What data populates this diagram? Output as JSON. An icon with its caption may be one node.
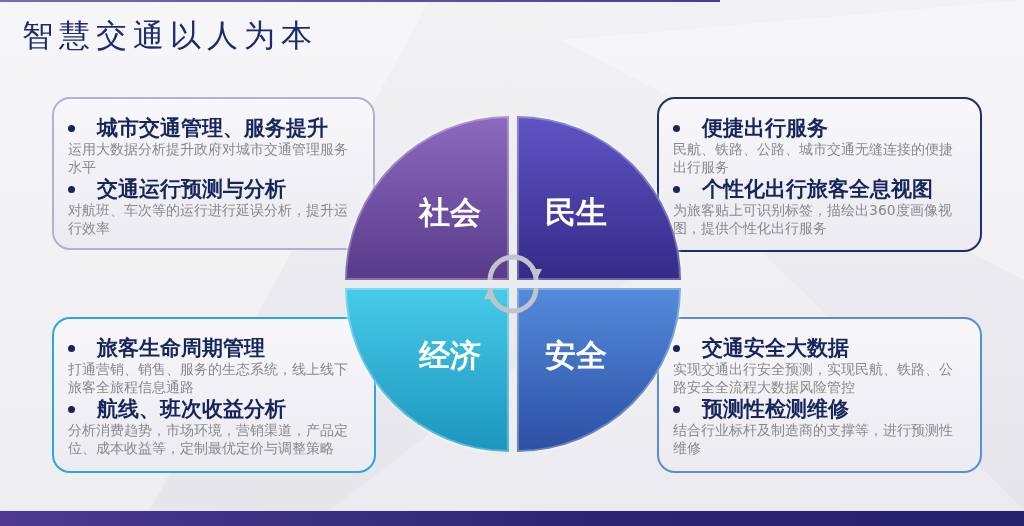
{
  "diagram": {
    "title": "智慧交通以人为本",
    "nodes": [
      {
        "text": [
          "城市交通管理、服务提升",
          "运用大数据分析提升政府对城市交通管理服务水平",
          "交通运行预测与分析",
          "对航班、车次等的运行进行延误分析，提升运行效率"
        ]
      },
      {
        "text": [
          "社会"
        ]
      },
      {
        "text": [
          "民生"
        ]
      },
      {
        "text": [
          "便捷出行服务",
          "民航、铁路、公路、城市交通无缝连接的便捷出行服务",
          "个性化出行旅客全息视图",
          "为旅客贴上可识别标签，描绘出360度画像视图，提供个性化出行服务"
        ]
      },
      {
        "text": [
          "旅客生命周期管理",
          "打通营销、销售、服务的生态系统，线上线下旅客全旅程信息通路",
          "航线、班次收益分析",
          "分析消费趋势，市场环境，营销渠道，产品定位、成本收益等，定制最优定价与调整策略"
        ]
      },
      {
        "text": [
          "经济"
        ]
      },
      {
        "text": [
          "安全"
        ]
      },
      {
        "text": [
          "交通安全大数据",
          "实现交通出行安全预测，实现民航、铁路、公路安全全流程大数据风险管控",
          "预测性检测维修",
          "结合行业标杆及制造商的支撑等，进行预测性维修"
        ]
      }
    ],
    "edges": [
      {
        "from": 1,
        "to": 2,
        "arrow": "to"
      },
      {
        "from": 6,
        "to": 5,
        "arrow": "to"
      }
    ]
  }
}
